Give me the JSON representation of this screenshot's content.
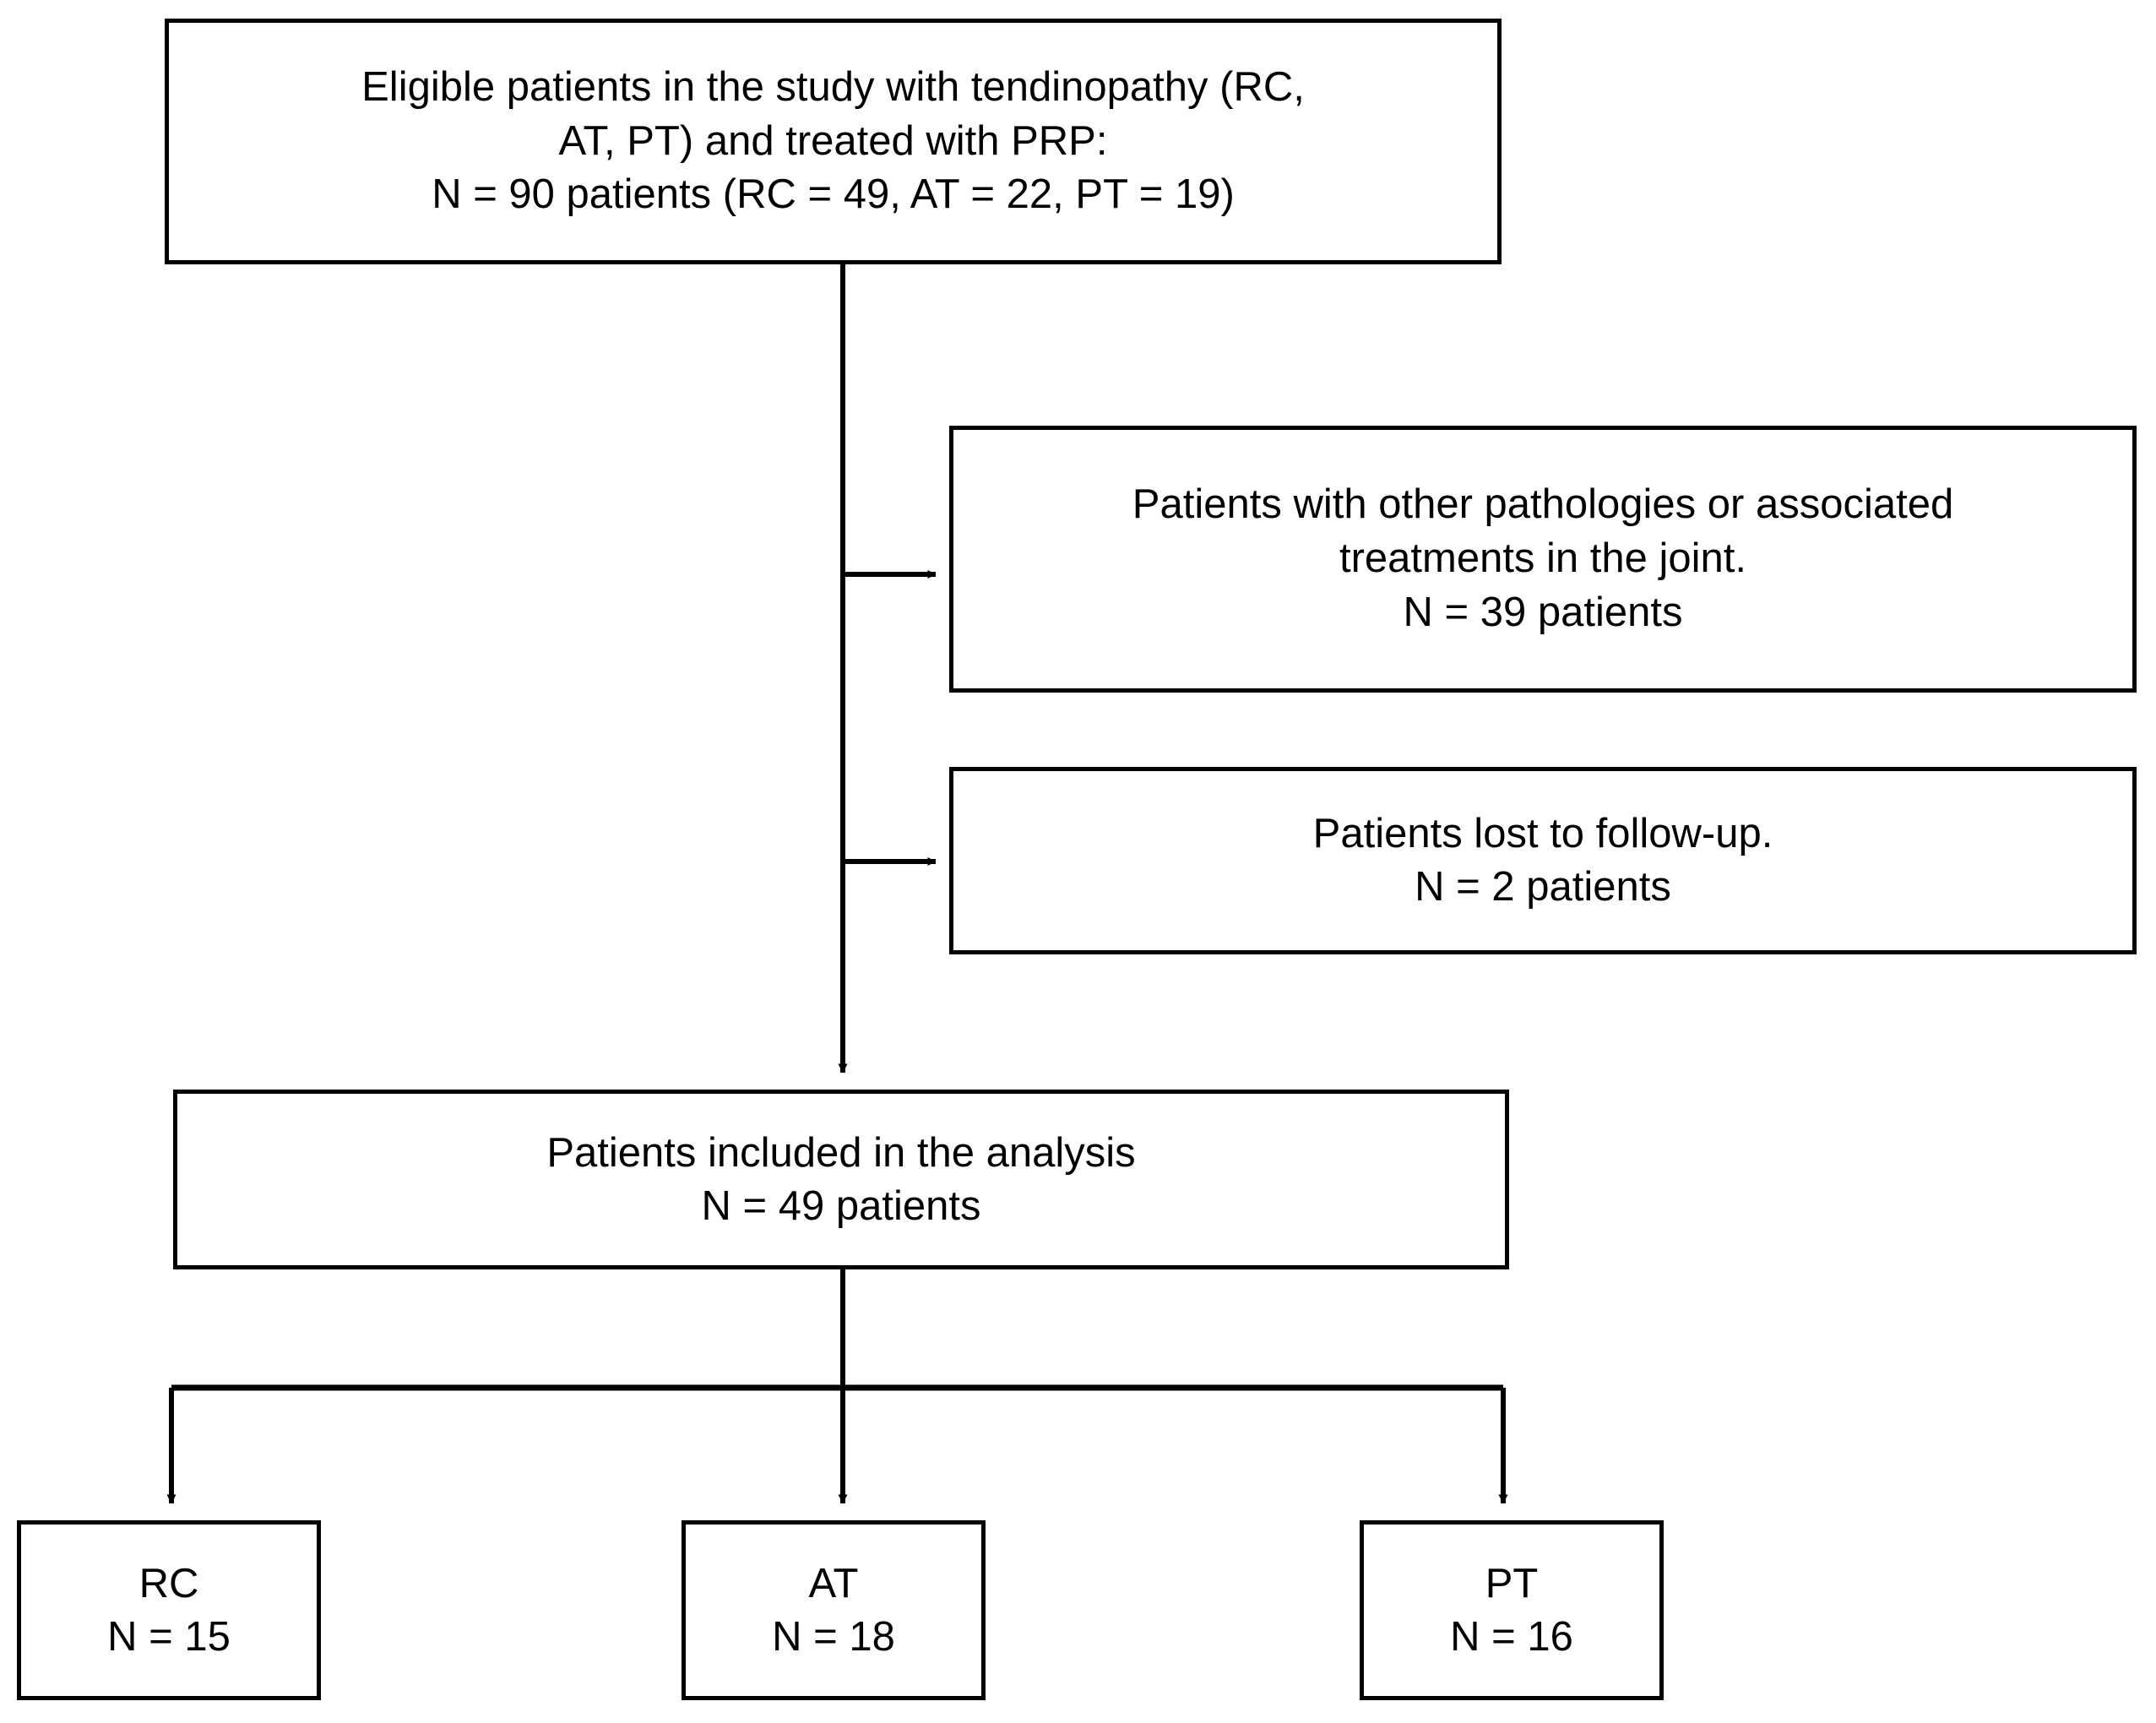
{
  "diagram": {
    "type": "flowchart",
    "title": "Patient flow diagram",
    "orientation": "top-down",
    "colors": {
      "stroke": "#000000",
      "fill": "#ffffff",
      "text": "#000000"
    },
    "nodes": {
      "eligible": {
        "id": "eligible",
        "lines": [
          "Eligible patients in the study with tendinopathy (RC,",
          "AT, PT) and treated with PRP:",
          "N = 90 patients (RC = 49, AT = 22, PT = 19)"
        ],
        "n_total": 90,
        "breakdown": {
          "RC": 49,
          "AT": 22,
          "PT": 19
        }
      },
      "excluded_pathologies": {
        "id": "excluded-pathologies",
        "lines": [
          "Patients with other pathologies or associated",
          "treatments in the joint.",
          "N = 39 patients"
        ],
        "n_total": 39
      },
      "excluded_followup": {
        "id": "excluded-followup",
        "lines": [
          "Patients lost to follow-up.",
          "N = 2 patients"
        ],
        "n_total": 2
      },
      "included": {
        "id": "included",
        "lines": [
          "Patients included in the analysis",
          "N = 49 patients"
        ],
        "n_total": 49
      },
      "group_rc": {
        "id": "group-rc",
        "lines": [
          "RC",
          "N = 15"
        ],
        "n_total": 15
      },
      "group_at": {
        "id": "group-at",
        "lines": [
          "AT",
          "N = 18"
        ],
        "n_total": 18
      },
      "group_pt": {
        "id": "group-pt",
        "lines": [
          "PT",
          "N = 16"
        ],
        "n_total": 16
      }
    },
    "edges": [
      {
        "from": "eligible",
        "to": "excluded_pathologies",
        "style": "elbow-right-arrow"
      },
      {
        "from": "eligible",
        "to": "excluded_followup",
        "style": "elbow-right-arrow"
      },
      {
        "from": "eligible",
        "to": "included",
        "style": "straight-down-arrow"
      },
      {
        "from": "included",
        "to": "group_rc",
        "style": "branch-down-arrow"
      },
      {
        "from": "included",
        "to": "group_at",
        "style": "branch-down-arrow"
      },
      {
        "from": "included",
        "to": "group_pt",
        "style": "branch-down-arrow"
      }
    ]
  }
}
